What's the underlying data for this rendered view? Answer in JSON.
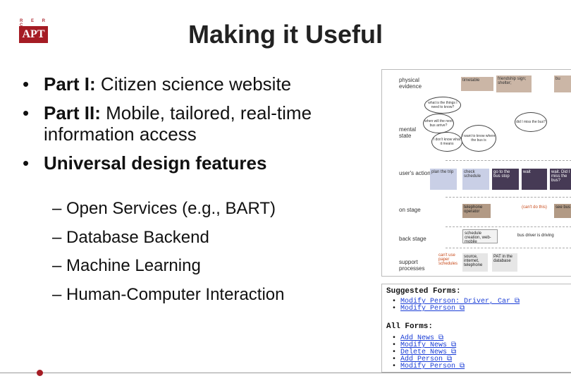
{
  "logo": {
    "small": "R E R C",
    "main": "APT"
  },
  "slide_title": "Making it Useful",
  "bullets": [
    {
      "bold": "Part I:",
      "text": " Citizen science website"
    },
    {
      "bold": "Part II:",
      "text": " Mobile, tailored, real-time information access"
    },
    {
      "bold": "Universal design features",
      "text": ""
    }
  ],
  "sub_bullets": [
    "– Open Services (e.g., BART)",
    "– Database Backend",
    "– Machine Learning",
    "– Human-Computer Interaction"
  ],
  "blueprint": {
    "rows": [
      "physical evidence",
      "mental state",
      "user's actions",
      "on stage",
      "back stage",
      "support processes"
    ],
    "phys_boxes": [
      "timetable",
      "friendship sign; shelter;",
      "bu"
    ],
    "bubbles": [
      "what is the things I need to know?",
      "when will the next bus arrive?",
      "I don't know what it means",
      "I want to know where the bus is",
      "did I miss the bus?"
    ],
    "action_boxes": [
      "plan the trip",
      "check schedule",
      "go to the bus stop",
      "wait",
      "wait. Did I miss the bus?"
    ],
    "onstage_boxes": [
      "telephone operator",
      "(can't do this)",
      "see bus"
    ],
    "backstage_boxes": [
      "schedule creation, web-mobile",
      "bus driver is driving"
    ],
    "support_boxes": [
      "can't use paper schedules",
      "source, internet, telephone",
      "PAT in the database"
    ]
  },
  "forms": {
    "suggested_heading": "Suggested Forms:",
    "suggested": [
      "Modify Person: Driver, Car",
      "Modify Person"
    ],
    "all_heading": "All Forms:",
    "all": [
      "Add News",
      "Modify News",
      "Delete News",
      "Add Person",
      "Modify Person"
    ]
  }
}
